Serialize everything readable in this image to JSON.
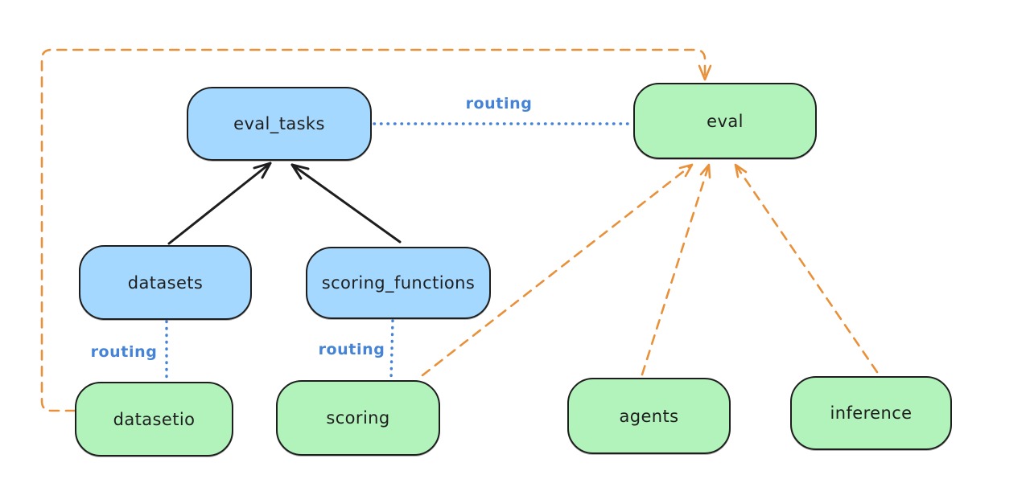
{
  "diagram": {
    "nodes": {
      "eval_tasks": {
        "label": "eval_tasks",
        "fill": "blue"
      },
      "eval": {
        "label": "eval",
        "fill": "green"
      },
      "datasets": {
        "label": "datasets",
        "fill": "blue"
      },
      "scoring_functions": {
        "label": "scoring_functions",
        "fill": "blue"
      },
      "datasetio": {
        "label": "datasetio",
        "fill": "green"
      },
      "scoring": {
        "label": "scoring",
        "fill": "green"
      },
      "agents": {
        "label": "agents",
        "fill": "green"
      },
      "inference": {
        "label": "inference",
        "fill": "green"
      }
    },
    "edge_labels": {
      "eval_tasks_eval": "routing",
      "datasets_datasetio": "routing",
      "scoring_functions_scoring": "routing"
    }
  },
  "colors": {
    "node_stroke": "#1e1e1e",
    "blue_fill": "#a5d8ff",
    "green_fill": "#b2f2bb",
    "routing_blue": "#4583d6",
    "orange": "#e8913a",
    "arrow_black": "#1e1e1e"
  }
}
